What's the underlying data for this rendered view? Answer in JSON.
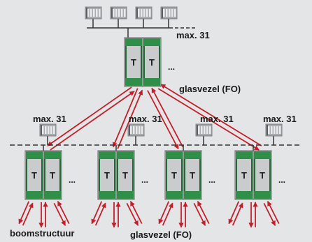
{
  "diagram": {
    "module_label": "T",
    "ellipsis": "...",
    "max_label": "max. 31",
    "fiber_label": "glasvezel (FO)",
    "tree_label": "boomstructuur",
    "colors": {
      "background": "#e4e5e6",
      "module_green": "#2f8e47",
      "module_dark_green": "#1e6b33",
      "module_gray": "#c9cbcc",
      "arrow_red": "#c21f2b",
      "bus_line": "#333333"
    }
  }
}
